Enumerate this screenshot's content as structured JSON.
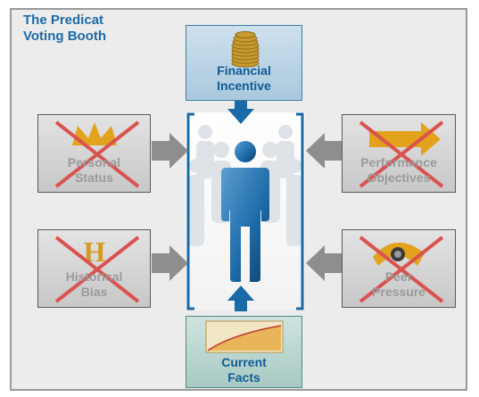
{
  "title": {
    "line1": "The Predicat",
    "line2": "Voting Booth"
  },
  "top": {
    "line1": "Financial",
    "line2": "Incentive",
    "icon": "coins-icon"
  },
  "bottom": {
    "line1": "Current",
    "line2": "Facts",
    "icon": "chart-icon"
  },
  "left_top": {
    "line1": "Personal",
    "line2": "Status",
    "icon": "crown-icon",
    "crossed": true
  },
  "left_bottom": {
    "line1": "Historical",
    "line2": "Bias",
    "icon": "letter-h-icon",
    "crossed": true
  },
  "right_top": {
    "line1": "Performance",
    "line2": "Objectives",
    "icon": "arrow-icon",
    "crossed": true
  },
  "right_bottom": {
    "line1": "Peer",
    "line2": "Pressure",
    "icon": "eye-icon",
    "crossed": true
  },
  "colors": {
    "title": "#1b6aa8",
    "blue_box": "#bcd5e6",
    "green_box": "#bcd6d1",
    "grey_box": "#d4d4d4",
    "cross": "#d9534f",
    "figure": "#1b6aa8"
  }
}
